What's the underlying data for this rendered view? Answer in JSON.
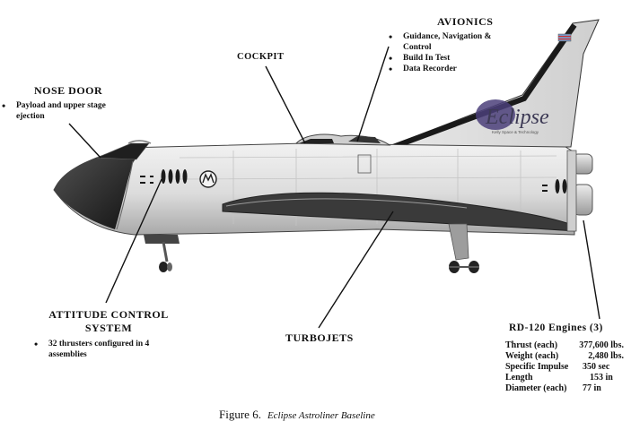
{
  "avionics": {
    "title": "AVIONICS",
    "items": [
      "Guidance, Navigation & Control",
      "Build In Test",
      "Data Recorder"
    ]
  },
  "cockpit": {
    "title": "COCKPIT"
  },
  "nose_door": {
    "title": "NOSE DOOR",
    "items": [
      "Payload and upper stage ejection"
    ]
  },
  "attitude_control": {
    "title_line1": "ATTITUDE CONTROL",
    "title_line2": "SYSTEM",
    "items": [
      "32 thrusters configured in 4 assemblies"
    ]
  },
  "turbojets": {
    "title": "TURBOJETS"
  },
  "engines": {
    "title": "RD-120 Engines (3)",
    "specs": [
      {
        "label": "Thrust (each)",
        "value": "377,600 lbs."
      },
      {
        "label": "Weight (each)",
        "value": "2,480 lbs."
      },
      {
        "label": "Specific Impulse",
        "value": "350 sec"
      },
      {
        "label": "Length",
        "value": "153 in"
      },
      {
        "label": "Diameter (each)",
        "value": "77 in"
      }
    ]
  },
  "tail_logo": {
    "brand": "Eclipse",
    "tagline": "Kelly Space & Technology"
  },
  "caption": {
    "figure": "Figure 6.",
    "text": "Eclipse Astroliner Baseline"
  },
  "colors": {
    "hull_light": "#e6e6e6",
    "hull_mid": "#b9b9b9",
    "hull_dark": "#2a2a2a",
    "line": "#111111"
  }
}
